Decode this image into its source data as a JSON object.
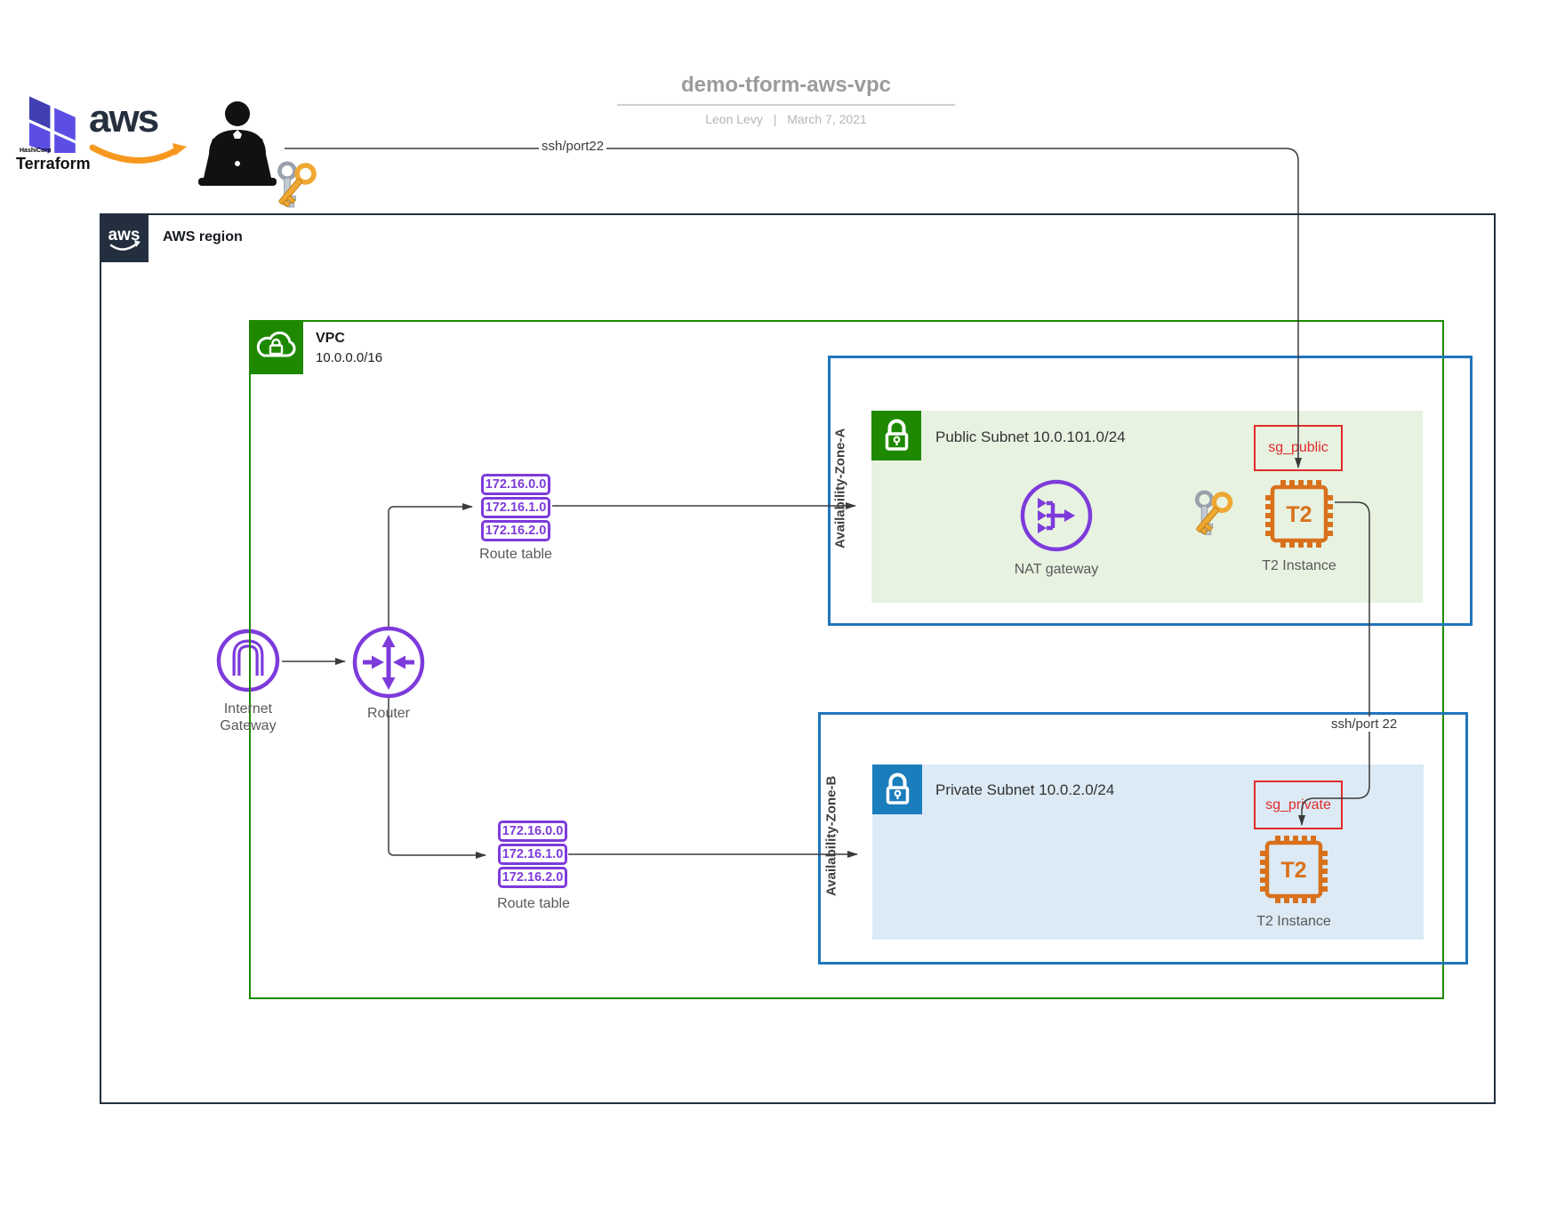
{
  "header": {
    "title": "demo-tform-aws-vpc",
    "author": "Leon Levy",
    "separator": "|",
    "date": "March 7, 2021"
  },
  "branding": {
    "hashicorp": "HashiCorp",
    "terraform": "Terraform",
    "aws_wordmark": "aws"
  },
  "region": {
    "icon_text": "aws",
    "label": "AWS region"
  },
  "vpc": {
    "label": "VPC",
    "cidr": "10.0.0.0/16"
  },
  "zone_a": {
    "label": "Availability-Zone-A"
  },
  "zone_b": {
    "label": "Availability-Zone-B"
  },
  "public_subnet": {
    "title": "Public Subnet 10.0.101.0/24"
  },
  "private_subnet": {
    "title": "Private Subnet 10.0.2.0/24"
  },
  "nodes": {
    "internet_gateway": "Internet Gateway",
    "router": "Router",
    "nat_gateway": "NAT gateway",
    "t2_chip": "T2",
    "t2_instance_public": "T2 Instance",
    "t2_instance_private": "T2 Instance",
    "sg_public": "sg_public",
    "sg_private": "sg_private"
  },
  "route_table_a": {
    "entries": [
      "172.16.0.0",
      "172.16.1.0",
      "172.16.2.0"
    ],
    "label": "Route table"
  },
  "route_table_b": {
    "entries": [
      "172.16.0.0",
      "172.16.1.0",
      "172.16.2.0"
    ],
    "label": "Route table"
  },
  "edges": {
    "ssh_top": "ssh/port22",
    "ssh_bottom": "ssh/port 22"
  },
  "colors": {
    "purple": "#7D3BDB",
    "green": "#1E8900",
    "az_blue": "#2075BB",
    "private_blue": "#1A7DBC",
    "navy": "#232F3E",
    "orange": "#D9711C",
    "red": "#E12B2B",
    "public_subnet_fill": "#E8F2E1",
    "private_subnet_fill": "#DBEAF4",
    "aws_orange": "#F7981F",
    "terraform_purple": "#5C4EE5",
    "terraform_indigo": "#4040B2"
  }
}
